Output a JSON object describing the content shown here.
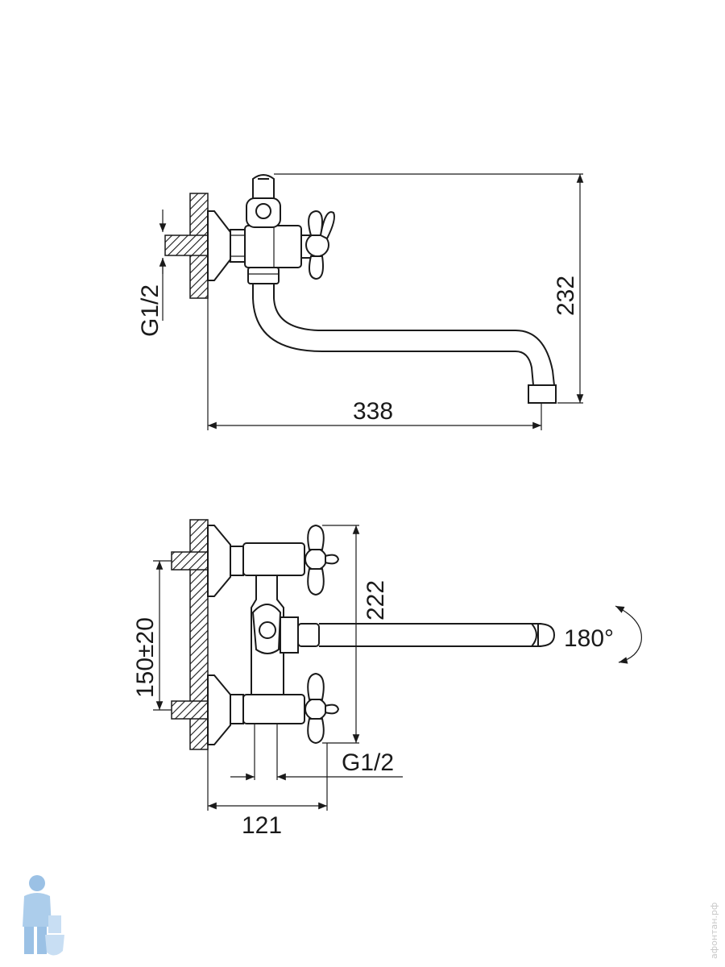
{
  "dimensions": {
    "side_width": "338",
    "side_height": "232",
    "side_thread": "G1/2",
    "front_height": "222",
    "front_spacing": "150±20",
    "front_depth": "121",
    "front_thread": "G1/2",
    "rotation": "180°"
  },
  "watermark": {
    "vertical_text": "афонтан.рф"
  },
  "colors": {
    "line": "#1a1a1a",
    "hatch": "#1a1a1a",
    "logo": "#4a8fd0",
    "background": "#ffffff"
  }
}
